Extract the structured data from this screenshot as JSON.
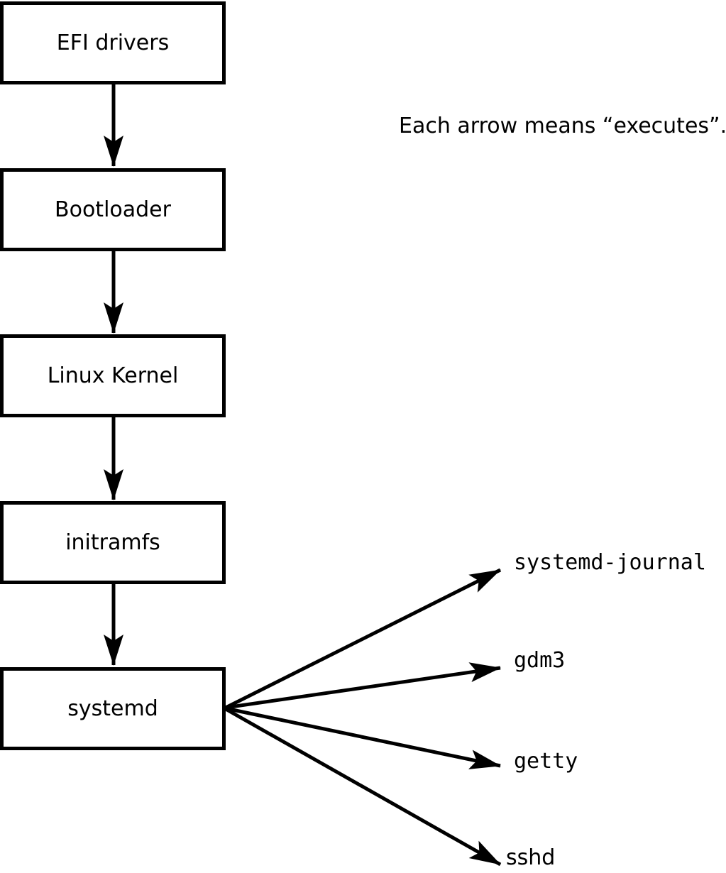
{
  "diagram": {
    "title_note": "Each arrow means “executes”.",
    "arrow_meaning": "executes",
    "chain_nodes": [
      {
        "label": "EFI drivers"
      },
      {
        "label": "Bootloader"
      },
      {
        "label": "Linux Kernel"
      },
      {
        "label": "initramfs"
      },
      {
        "label": "systemd"
      }
    ],
    "spawned_processes": [
      {
        "label": "systemd-journal"
      },
      {
        "label": "gdm3"
      },
      {
        "label": "getty"
      },
      {
        "label": "sshd"
      }
    ],
    "colors": {
      "background": "#ffffff",
      "box_fill": "#ffffff",
      "box_border": "#000000",
      "arrow": "#000000",
      "text": "#000000"
    }
  }
}
